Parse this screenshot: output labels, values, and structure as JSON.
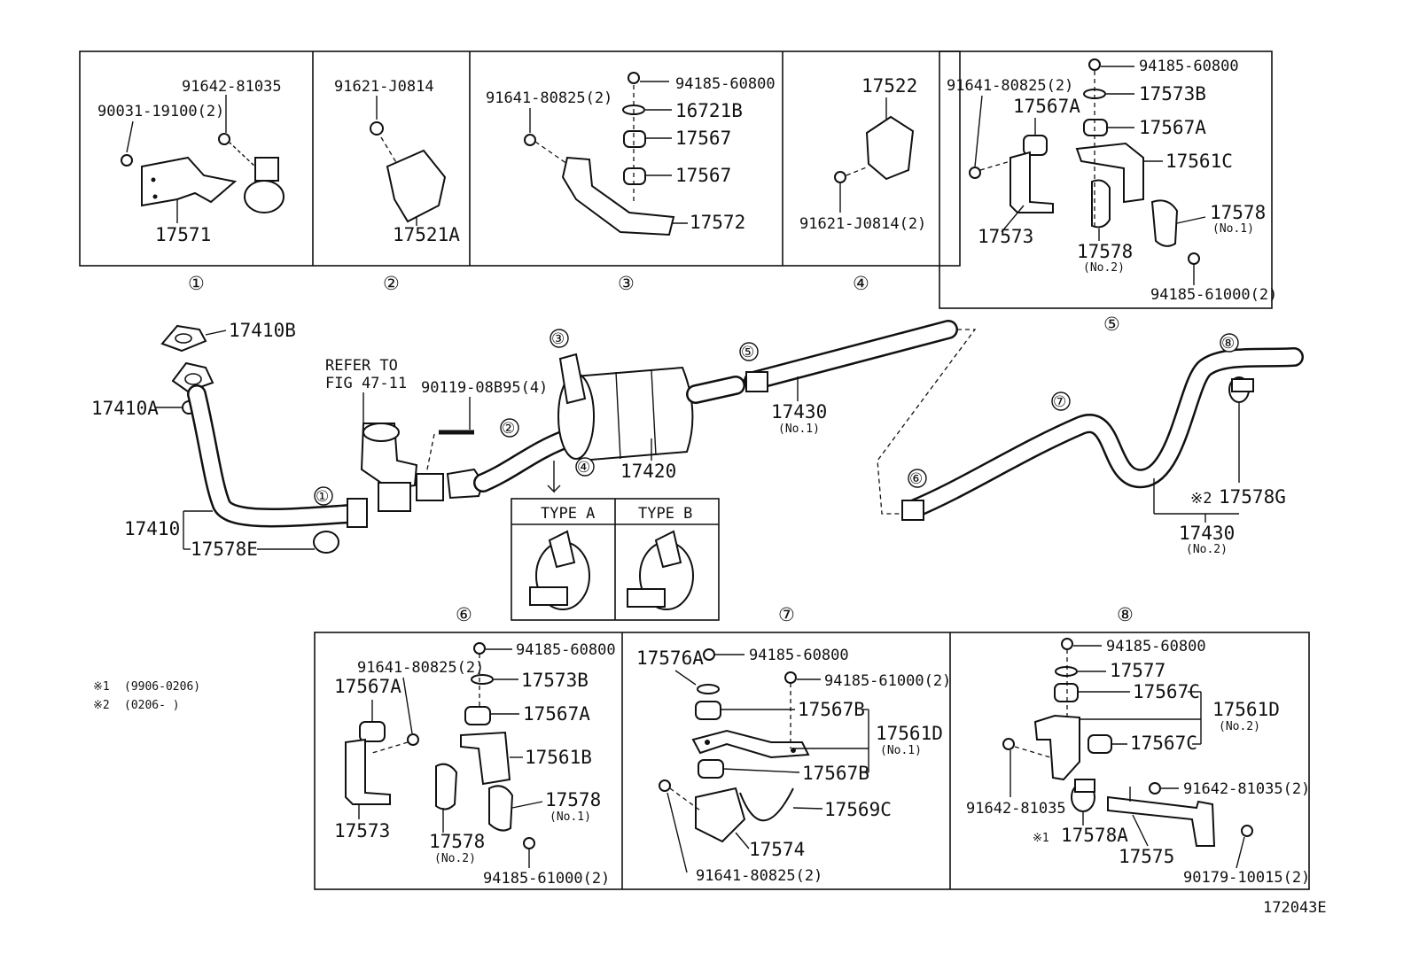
{
  "diagram_id": "172043E",
  "notes": [
    {
      "mark": "※1",
      "text": "(9906-0206)"
    },
    {
      "mark": "※2",
      "text": "(0206-      )"
    }
  ],
  "refer": {
    "line1": "REFER TO",
    "line2": "FIG 47-11"
  },
  "type_box": {
    "a": "TYPE A",
    "b": "TYPE B"
  },
  "circle_marks": [
    "①",
    "②",
    "③",
    "④",
    "⑤",
    "⑥",
    "⑦",
    "⑧"
  ],
  "box1": {
    "p1": "91642-81035",
    "p2": "90031-19100(2)",
    "p3": "17571"
  },
  "box2": {
    "p1": "91621-J0814",
    "p2": "17521A"
  },
  "box3": {
    "p1": "91641-80825(2)",
    "p2": "94185-60800",
    "p3": "16721B",
    "p4": "17567",
    "p5": "17567",
    "p6": "17572"
  },
  "box4": {
    "p1": "17522",
    "p2": "91621-J0814(2)"
  },
  "box5": {
    "p1": "91641-80825(2)",
    "p2": "94185-60800",
    "p3": "17573B",
    "p4": "17567A",
    "p5": "17567A",
    "p6": "17561C",
    "p7": "17578",
    "p7s": "(No.1)",
    "p8": "17578",
    "p8s": "(No.2)",
    "p9": "17573",
    "p10": "94185-61000(2)"
  },
  "main": {
    "p1": "17410B",
    "p2": "17410A",
    "p3": "17410",
    "p4": "17578E",
    "p5": "90119-08B95(4)",
    "p6": "17420",
    "p7": "17430",
    "p7s": "(No.1)",
    "p8": "17430",
    "p8s": "(No.2)",
    "p9mark": "※2",
    "p9": "17578G"
  },
  "box6": {
    "p1": "94185-60800",
    "p2": "91641-80825(2)",
    "p3": "17573B",
    "p4": "17567A",
    "p5": "17567A",
    "p6": "17561B",
    "p7": "17578",
    "p7s": "(No.1)",
    "p8": "17578",
    "p8s": "(No.2)",
    "p9": "17573",
    "p10": "94185-61000(2)"
  },
  "box7": {
    "p1": "17576A",
    "p2": "94185-60800",
    "p3": "94185-61000(2)",
    "p4": "17567B",
    "p5": "17561D",
    "p5s": "(No.1)",
    "p6": "17567B",
    "p7": "17569C",
    "p8": "17574",
    "p9": "91641-80825(2)"
  },
  "box8": {
    "p1": "94185-60800",
    "p2": "17577",
    "p3": "17567C",
    "p4": "17561D",
    "p4s": "(No.2)",
    "p5": "17567C",
    "p6": "91642-81035",
    "p7": "91642-81035(2)",
    "p8mark": "※1",
    "p8": "17578A",
    "p9": "17575",
    "p10": "90179-10015(2)"
  }
}
